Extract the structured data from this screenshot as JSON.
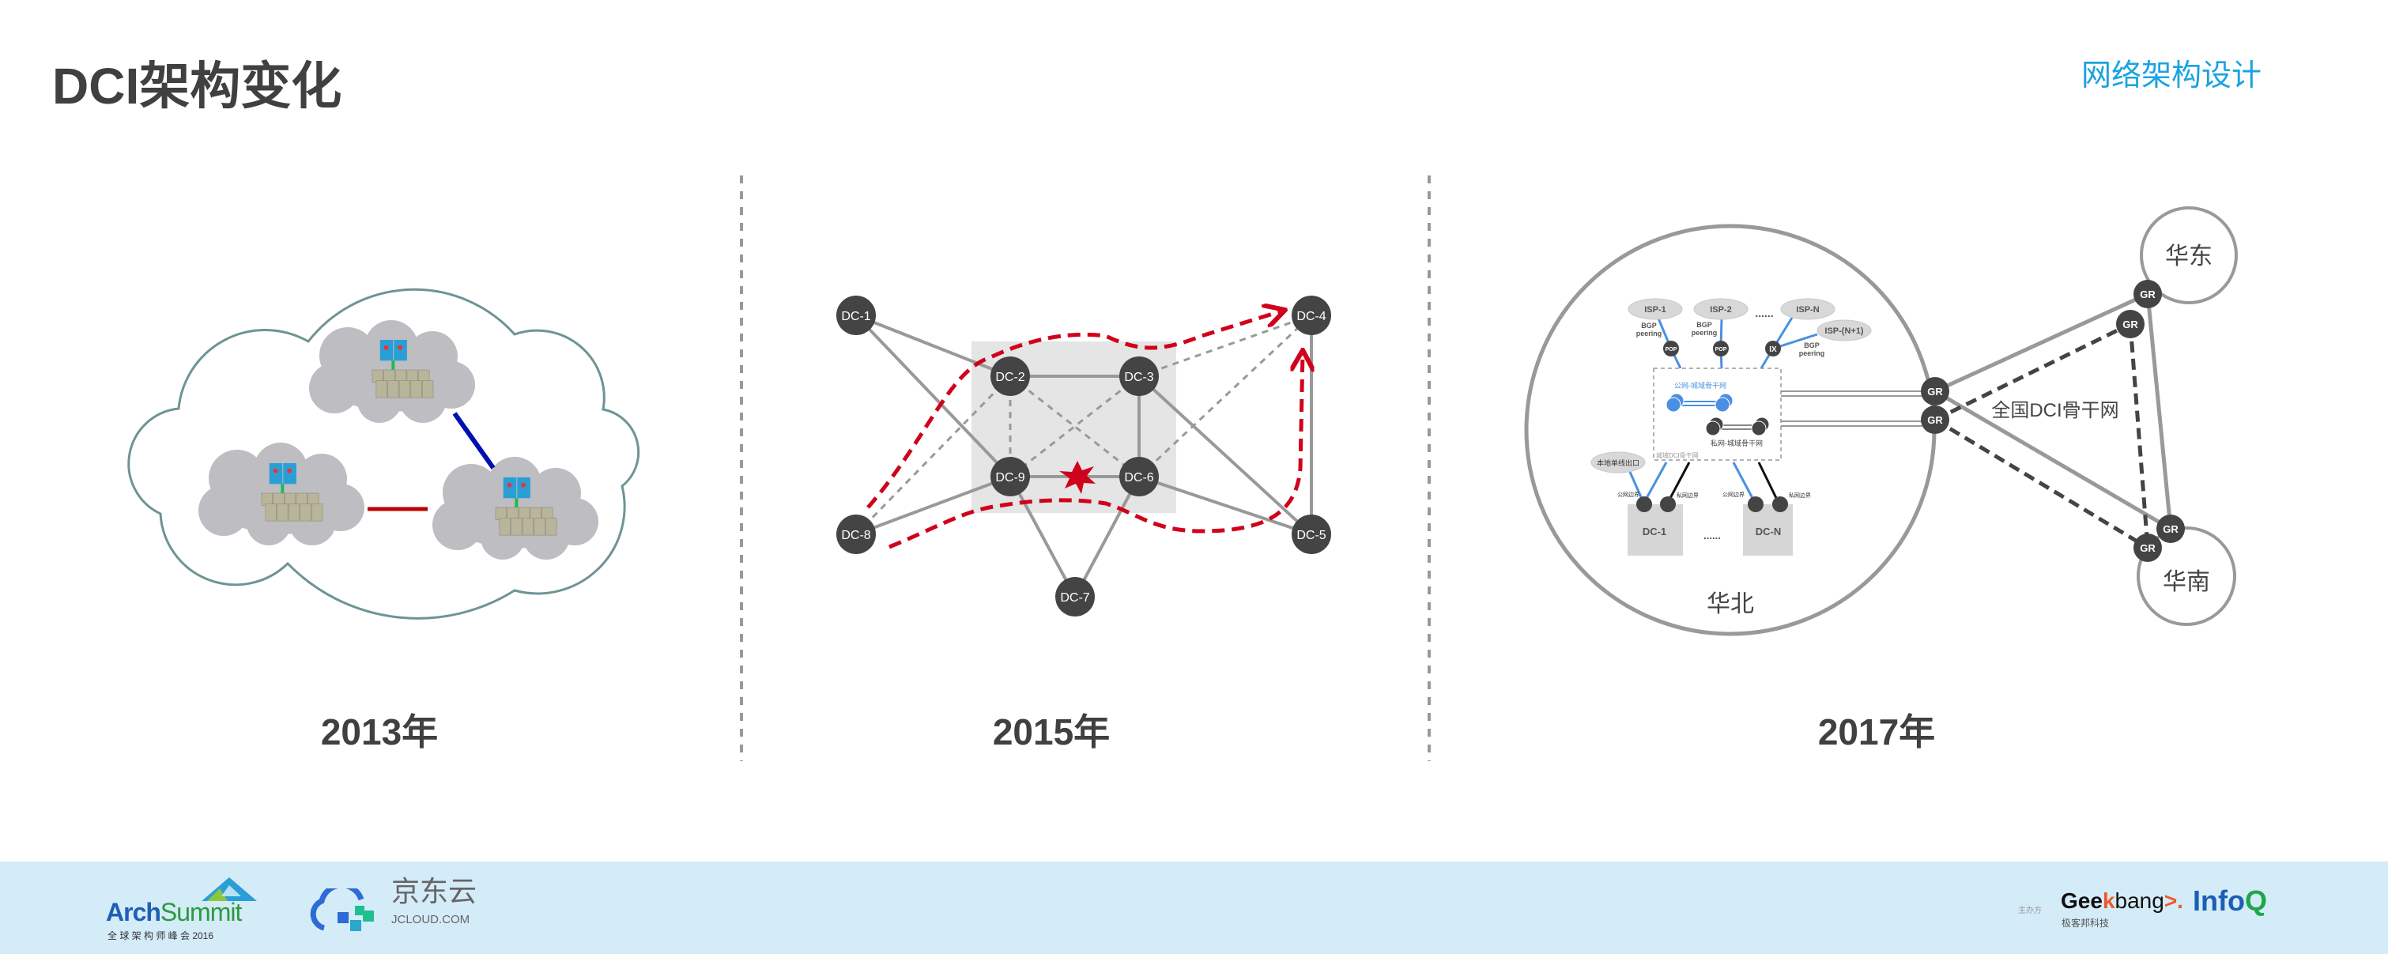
{
  "header": {
    "title": "DCI架构变化",
    "section": "网络架构设计"
  },
  "panels": [
    {
      "year_label": "2013年"
    },
    {
      "year_label": "2015年",
      "nodes": [
        "DC-1",
        "DC-2",
        "DC-3",
        "DC-4",
        "DC-5",
        "DC-6",
        "DC-7",
        "DC-8",
        "DC-9"
      ]
    },
    {
      "year_label": "2017年",
      "region_north": "华北",
      "region_east": "华东",
      "region_south": "华南",
      "backbone_label": "全国DCI骨干网",
      "gr_label": "GR",
      "isps": [
        "ISP-1",
        "ISP-2",
        "ISP-N",
        "ISP-(N+1)"
      ],
      "ellipsis": "......",
      "bgp_peering": "BGP peering",
      "bgp": "BGP",
      "peering": "peering",
      "pop": "POP",
      "ix": "IX",
      "public_metro": "公网-城域骨干网",
      "private_metro": "私网-城域骨干网",
      "metro_dci": "城域DCI骨干网",
      "local_exit": "本地单线出口",
      "public_edge": "公网边界",
      "private_edge": "私网边界",
      "dcs": [
        "DC-1",
        "DC-N"
      ]
    }
  ],
  "footer": {
    "archsummit_a": "Arch",
    "archsummit_b": "Summit",
    "archsummit_sub": "全 球 架 构 师 峰 会 2016",
    "jd_cn": "京东云",
    "jd_en": "JCLOUD.COM",
    "organizer": "主办方",
    "geekbang_a": "Gee",
    "geekbang_k": "k",
    "geekbang_b": "bang",
    "geekbang_c": ">.",
    "geekbang_sub": "极客邦科技",
    "infoq_a": "Info",
    "infoq_q": "Q"
  },
  "colors": {
    "accent": "#1aa3e0",
    "node": "#444444",
    "failure": "#d0021b",
    "footer_bg": "#d4ebf8",
    "public_link": "#4a90e2"
  }
}
